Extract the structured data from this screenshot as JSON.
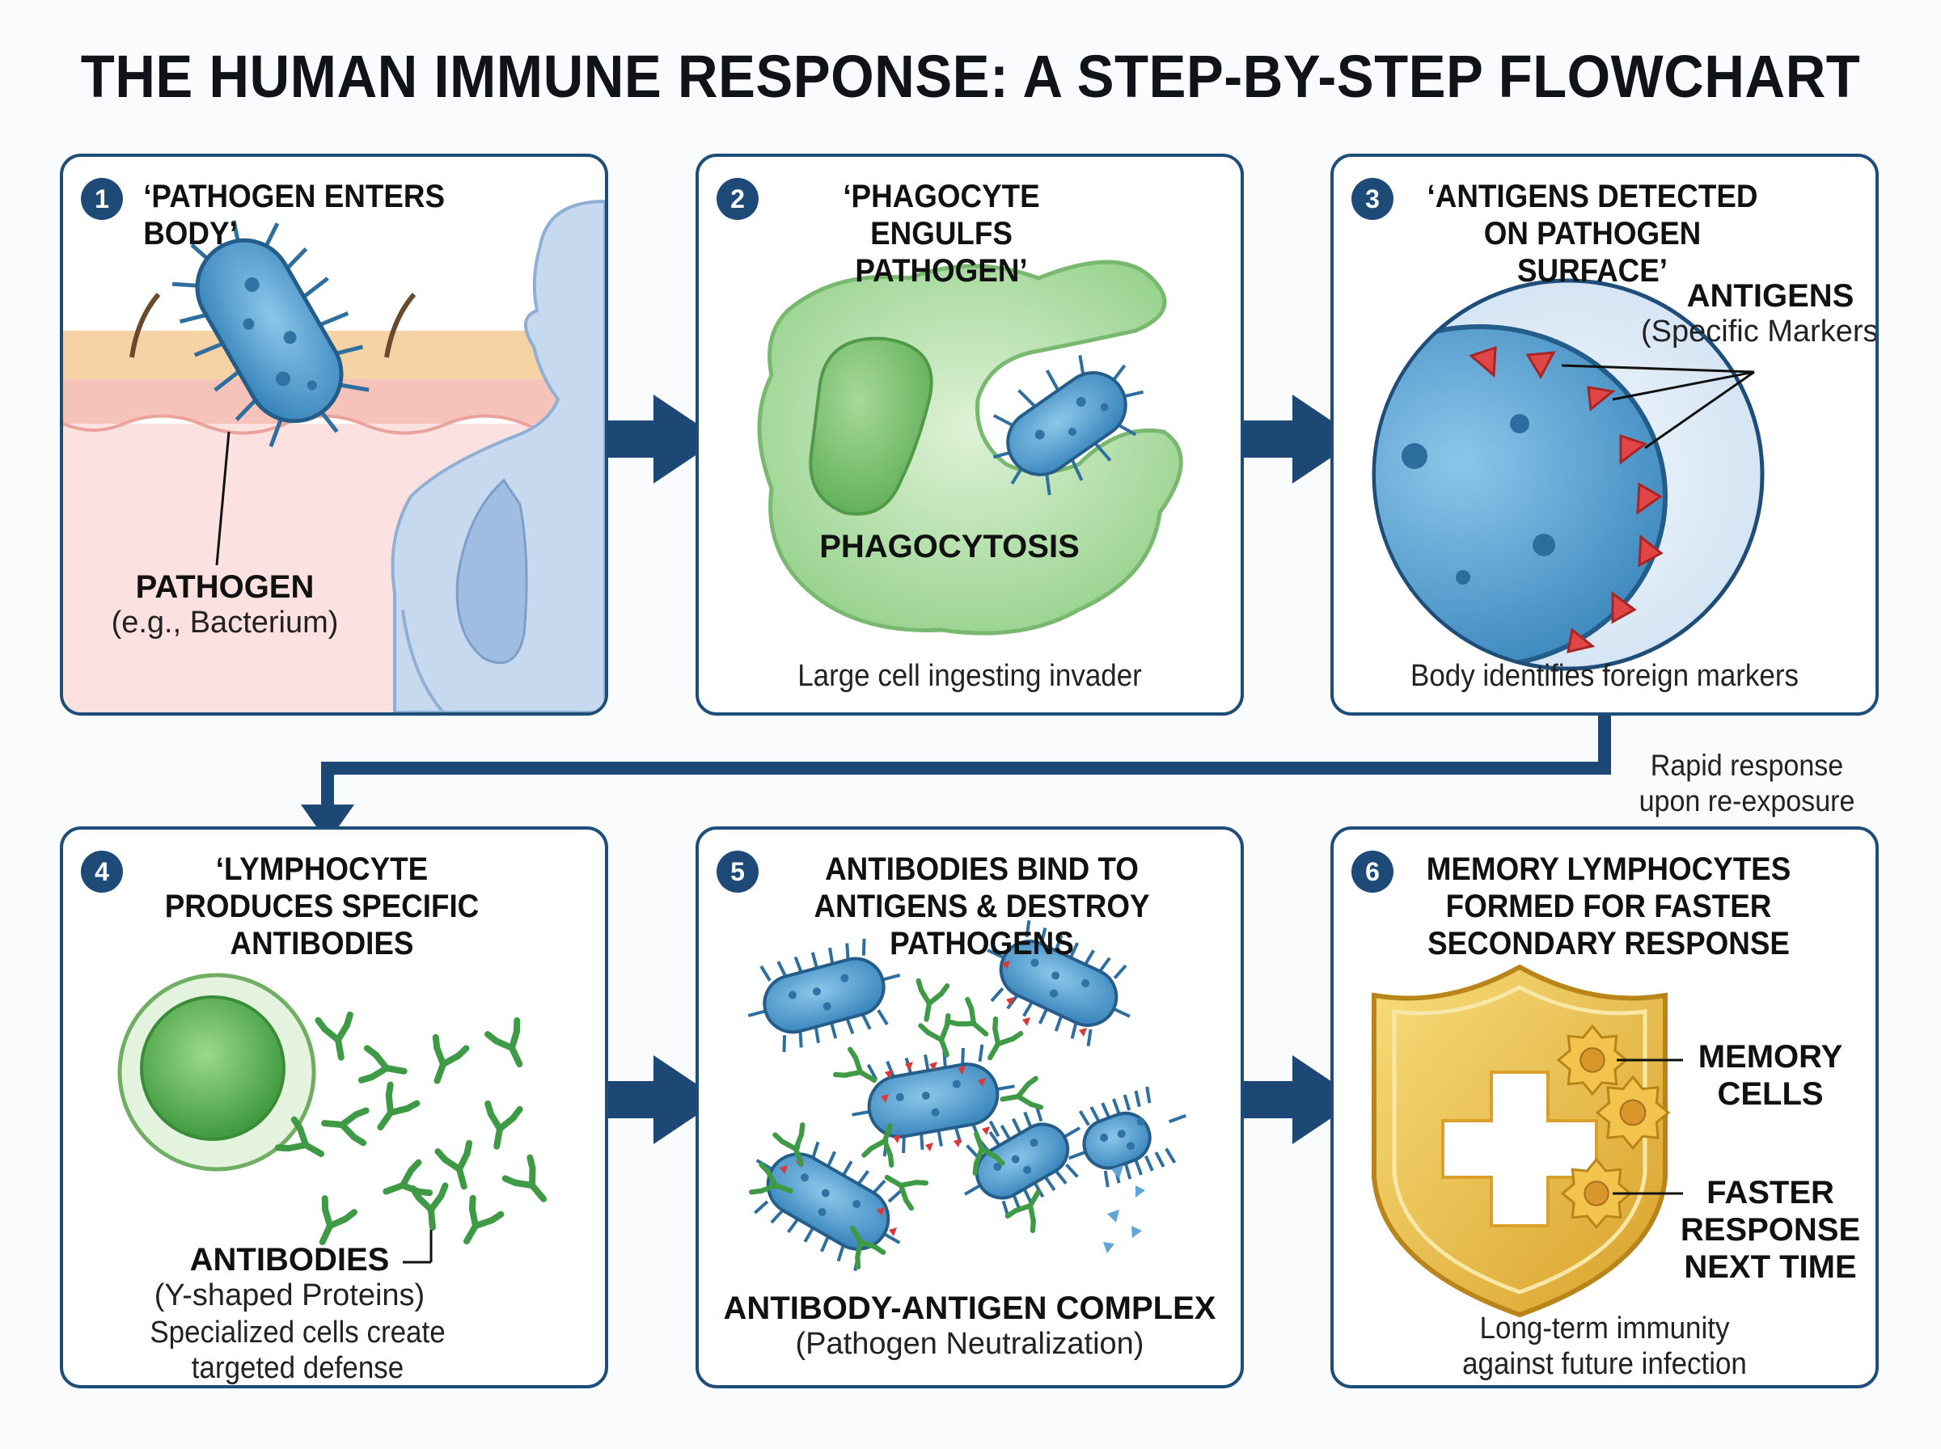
{
  "title": "THE HUMAN IMMUNE RESPONSE: A STEP-BY-STEP FLOWCHART",
  "colors": {
    "accent": "#1f4d7a",
    "pathogen": "#4a9acb",
    "phagocyte": "#8fcf86",
    "antigen": "#d93838",
    "antibody": "#3f9a45",
    "shield": "#e8b93a"
  },
  "steps": [
    {
      "number": "1",
      "title": "‘PATHOGEN ENTERS BODY’",
      "label_bold": "PATHOGEN",
      "label_sub": "(e.g., Bacterium)",
      "caption": ""
    },
    {
      "number": "2",
      "title": "‘PHAGOCYTE ENGULFS PATHOGEN’",
      "label_bold": "PHAGOCYTOSIS",
      "caption": "Large cell ingesting invader"
    },
    {
      "number": "3",
      "title": "‘ANTIGENS DETECTED ON PATHOGEN SURFACE’",
      "label_bold": "ANTIGENS",
      "label_sub": "(Specific Markers)",
      "caption": "Body identifies foreign markers"
    },
    {
      "number": "4",
      "title": "‘LYMPHOCYTE PRODUCES SPECIFIC ANTIBODIES",
      "label_bold": "ANTIBODIES",
      "label_sub": "(Y-shaped Proteins)",
      "caption_line1": "Specialized cells create",
      "caption_line2": "targeted defense"
    },
    {
      "number": "5",
      "title": "ANTIBODIES BIND TO ANTIGENS & DESTROY PATHOGENS",
      "label_bold": "ANTIBODY-ANTIGEN COMPLEX",
      "label_sub": "(Pathogen Neutralization)"
    },
    {
      "number": "6",
      "title": "MEMORY LYMPHOCYTES FORMED FOR FASTER SECONDARY RESPONSE",
      "label_memory_1": "MEMORY",
      "label_memory_2": "CELLS",
      "label_faster_1": "FASTER",
      "label_faster_2": "RESPONSE",
      "label_faster_3": "NEXT TIME",
      "caption_line1": "Long-term immunity",
      "caption_line2": "against future infection"
    }
  ],
  "connector_note": {
    "line1": "Rapid response",
    "line2": "upon re-exposure"
  }
}
